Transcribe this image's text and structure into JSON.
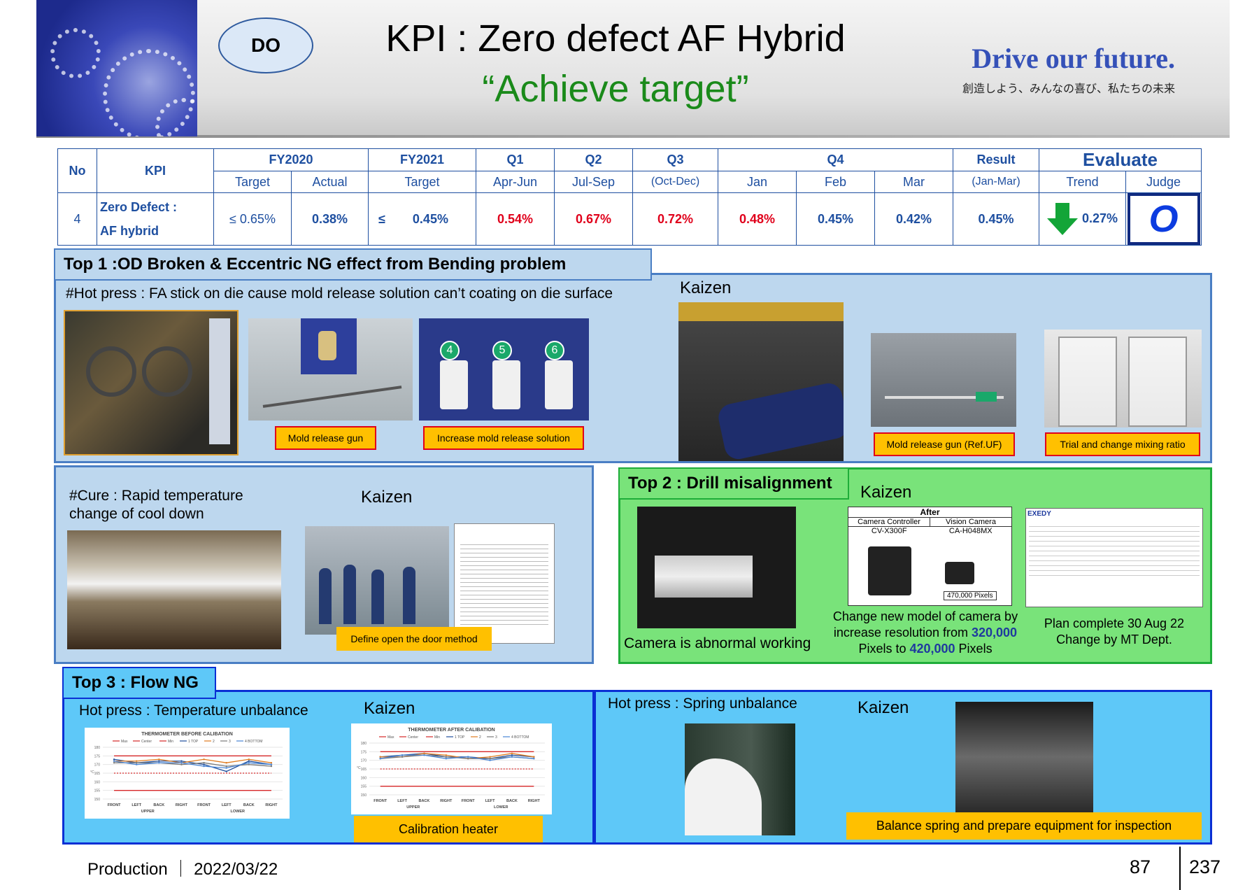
{
  "header": {
    "badge": "DO",
    "title": "KPI : Zero defect AF Hybrid",
    "subtitle": "“Achieve target”",
    "slogan": "Drive our future.",
    "slogan_jp": "創造しよう、みんなの喜び、私たちの未来"
  },
  "kpi_table": {
    "headers": {
      "no": "No",
      "kpi": "KPI",
      "fy2020": "FY2020",
      "target": "Target",
      "actual": "Actual",
      "fy2021": "FY2021",
      "q1": "Q1",
      "q2": "Q2",
      "q3": "Q3",
      "q4": "Q4",
      "q1_sub": "Apr-Jun",
      "q2_sub": "Jul-Sep",
      "q3_sub": "(Oct-Dec)",
      "jan": "Jan",
      "feb": "Feb",
      "mar": "Mar",
      "result": "Result",
      "result_sub": "(Jan-Mar)",
      "evaluate": "Evaluate",
      "trend": "Trend",
      "judge": "Judge"
    },
    "row": {
      "no": "4",
      "kpi_line1": "Zero Defect :",
      "kpi_line2": "AF hybrid",
      "fy2020_target": "≤ 0.65%",
      "fy2020_actual": "0.38%",
      "fy2021_sign": "≤",
      "fy2021_target": "0.45%",
      "q1": "0.54%",
      "q2": "0.67%",
      "q3": "0.72%",
      "jan": "0.48%",
      "feb": "0.45%",
      "mar": "0.42%",
      "result": "0.45%",
      "trend": "0.27%",
      "judge": "O"
    },
    "colors": {
      "red": "#e0001b",
      "blue": "#1e4fa0",
      "arrow_green": "#13a538"
    }
  },
  "top1": {
    "tag": "Top 1 :OD Broken & Eccentric NG effect from Bending problem",
    "hot_press_text": "#Hot press : FA stick on die cause mold release solution can’t coating on die surface",
    "kaizen": "Kaizen",
    "label_gun": "Mold release gun",
    "label_increase": "Increase mold release solution",
    "label_gun_uf": "Mold release gun (Ref.UF)",
    "label_trial": "Trial and change mixing ratio",
    "circles": [
      "4",
      "5",
      "6"
    ]
  },
  "cure": {
    "text_line1": "#Cure : Rapid temperature",
    "text_line2": "change of cool down",
    "kaizen": "Kaizen",
    "label_door": "Define open the door method"
  },
  "top2": {
    "tag": "Top 2 : Drill misalignment",
    "kaizen": "Kaizen",
    "camera_text": "Camera is abnormal working",
    "after": "After",
    "controller_label": "Camera Controller",
    "controller_model": "CV-X300F",
    "vision_label": "Vision Camera",
    "vision_model": "CA-H048MX",
    "pixels": "470,000  Pixels",
    "change_line1": "Change new model of camera by",
    "change_line2a": "increase resolution from ",
    "change_from": "320,000",
    "change_line3a": "Pixels to ",
    "change_to": "420,000",
    "change_line3b": " Pixels",
    "plan_line1": "Plan complete 30 Aug 22",
    "plan_line2": "Change by MT Dept.",
    "plan_doc_brand": "EXEDY"
  },
  "top3": {
    "tag": "Top 3 : Flow NG",
    "temp_text": "Hot press : Temperature unbalance",
    "kaizen": "Kaizen",
    "label_calibration": "Calibration heater",
    "spring_text": "Hot press : Spring unbalance",
    "kaizen2": "Kaizen",
    "label_balance": "Balance spring and prepare equipment for inspection"
  },
  "chart_data": [
    {
      "type": "line",
      "title": "THERMOMETER BEFORE CALIBATION",
      "categories": [
        "FRONT",
        "LEFT",
        "BACK",
        "RIGHT",
        "FRONT",
        "LEFT",
        "BACK",
        "RIGHT"
      ],
      "group_labels": [
        "UPPER",
        "LOWER"
      ],
      "ylabel": "°C",
      "ylim": [
        150,
        180
      ],
      "yticks": [
        "180",
        "175",
        "170",
        "165",
        "160",
        "155",
        "150"
      ],
      "series": [
        {
          "name": "Max",
          "color": "#d62728",
          "values": [
            175,
            175,
            175,
            175,
            175,
            175,
            175,
            175
          ]
        },
        {
          "name": "Center",
          "color": "#d62728",
          "dashed": true,
          "values": [
            165,
            165,
            165,
            165,
            165,
            165,
            165,
            165
          ]
        },
        {
          "name": "Min",
          "color": "#d62728",
          "values": [
            155,
            155,
            155,
            155,
            155,
            155,
            155,
            155
          ]
        },
        {
          "name": "1 TOP",
          "color": "#1f4e9c",
          "values": [
            173,
            171,
            172,
            172,
            170,
            166,
            172,
            170
          ]
        },
        {
          "name": "2",
          "color": "#e07b1f",
          "values": [
            172,
            172,
            173,
            171,
            173,
            171,
            173,
            171
          ]
        },
        {
          "name": "3",
          "color": "#7a7a7a",
          "values": [
            171,
            171,
            171,
            170,
            171,
            169,
            170,
            169
          ]
        },
        {
          "name": "4 BOTTOM",
          "color": "#4a86d6",
          "values": [
            172,
            170,
            171,
            171,
            169,
            168,
            171,
            170
          ]
        }
      ]
    },
    {
      "type": "line",
      "title": "THERMOMETER AFTER CALIBATION",
      "categories": [
        "FRONT",
        "LEFT",
        "BACK",
        "RIGHT",
        "FRONT",
        "LEFT",
        "BACK",
        "RIGHT"
      ],
      "group_labels": [
        "UPPER",
        "LOWER"
      ],
      "ylabel": "°C",
      "ylim": [
        150,
        180
      ],
      "yticks": [
        "180",
        "175",
        "170",
        "165",
        "160",
        "155",
        "150"
      ],
      "series": [
        {
          "name": "Max",
          "color": "#d62728",
          "values": [
            175,
            175,
            175,
            175,
            175,
            175,
            175,
            175
          ]
        },
        {
          "name": "Center",
          "color": "#d62728",
          "dashed": true,
          "values": [
            165,
            165,
            165,
            165,
            165,
            165,
            165,
            165
          ]
        },
        {
          "name": "Min",
          "color": "#d62728",
          "values": [
            155,
            155,
            155,
            155,
            155,
            155,
            155,
            155
          ]
        },
        {
          "name": "1 TOP",
          "color": "#1f4e9c",
          "values": [
            172,
            173,
            174,
            172,
            172,
            171,
            173,
            172
          ]
        },
        {
          "name": "2",
          "color": "#e07b1f",
          "values": [
            172,
            172,
            174,
            173,
            171,
            172,
            174,
            172
          ]
        },
        {
          "name": "3",
          "color": "#7a7a7a",
          "values": [
            171,
            172,
            173,
            172,
            171,
            171,
            172,
            171
          ]
        },
        {
          "name": "4 BOTTOM",
          "color": "#4a86d6",
          "values": [
            171,
            173,
            173,
            171,
            172,
            170,
            172,
            171
          ]
        }
      ]
    }
  ],
  "footer": {
    "dept": "Production",
    "sep": "｜",
    "date": "2022/03/22",
    "page": "87",
    "total": "237"
  }
}
